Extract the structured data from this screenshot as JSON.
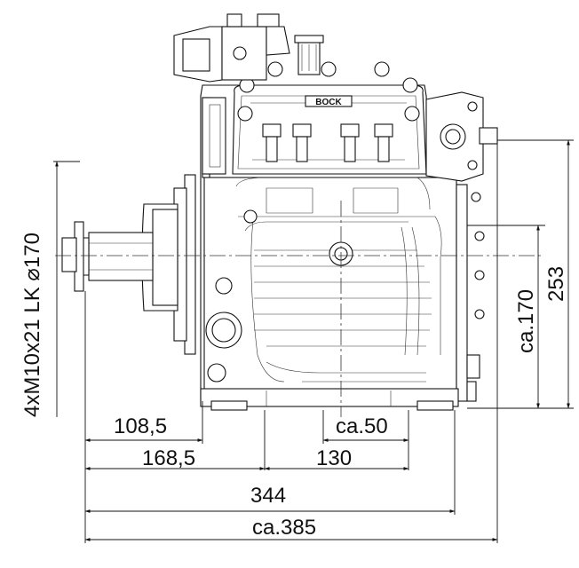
{
  "drawing": {
    "brand_label": "BOCK",
    "dimensions": {
      "d_108_5": "108,5",
      "d_ca50": "ca.50",
      "d_168_5": "168,5",
      "d_130": "130",
      "d_344": "344",
      "d_ca385": "ca.385",
      "d_ca170": "ca.170",
      "d_253": "253",
      "flange_spec": "4xM10x21 LK ⌀170"
    }
  }
}
